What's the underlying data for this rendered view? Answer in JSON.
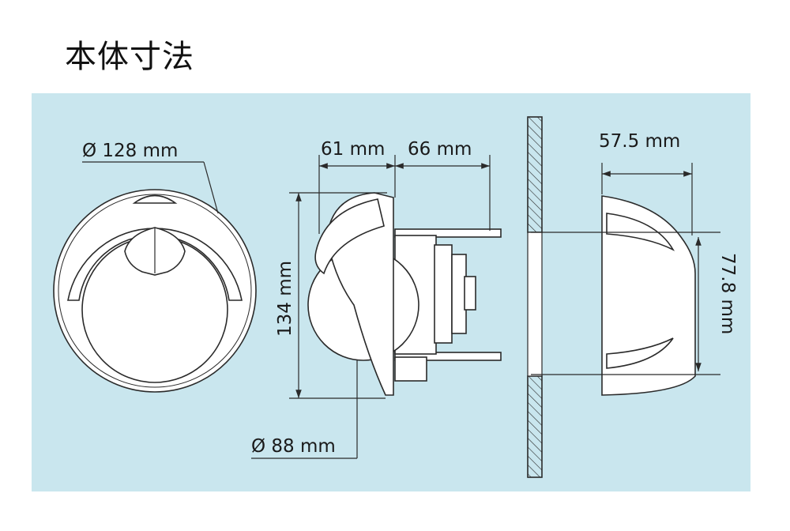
{
  "title": "本体寸法",
  "colors": {
    "background": "#c9e6ee",
    "line": "#2a2a2a",
    "fill": "#ffffff"
  },
  "dimensions": {
    "front_diameter": "Ø 128 mm",
    "dome_diameter": "Ø 88 mm",
    "height": "134 mm",
    "depth_front": "61 mm",
    "depth_back": "66 mm",
    "cut_width": "57.5 mm",
    "cut_height": "77.8 mm"
  }
}
